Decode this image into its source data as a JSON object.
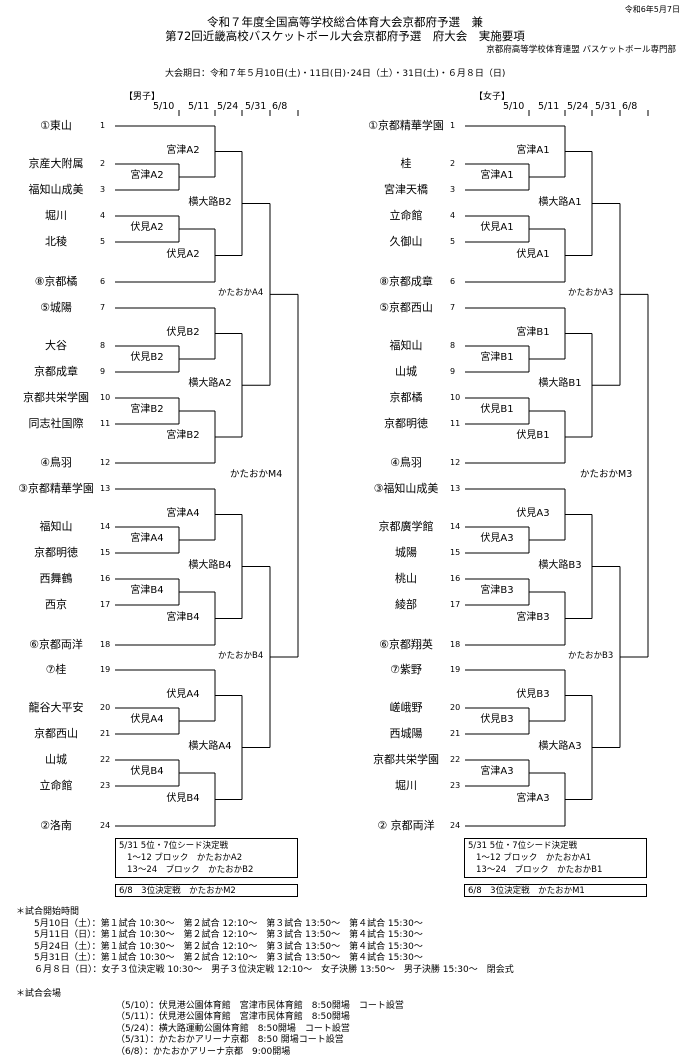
{
  "issue_date": "令和6年5月7日",
  "title_line1": "令和７年度全国高等学校総合体育大会京都府予選　兼",
  "title_line2": "第72回近畿高校バスケットボール大会京都府予選　府大会　実施要項",
  "organizer": "京都府高等学校体育連盟 バスケットボール専門部",
  "schedule": "大会期日：令和７年５月10日(土)・11日(日)･24日（土）・31日(土)・６月８日（日)",
  "round_dates": [
    "5/10",
    "5/11",
    "5/24",
    "5/31",
    "6/8"
  ],
  "boys": {
    "label": "【男子】",
    "teams": [
      "①東山",
      "京産大附属",
      "福知山成美",
      "堀川",
      "北稜",
      "⑧京都橘",
      "⑤城陽",
      "大谷",
      "京都成章",
      "京都共栄学園",
      "同志社国際",
      "④鳥羽",
      "③京都精華学園",
      "福知山",
      "京都明徳",
      "西舞鶴",
      "西京",
      "⑥京都両洋",
      "⑦桂",
      "龍谷大平安",
      "京都西山",
      "山城",
      "立命館",
      "②洛南"
    ],
    "matches": [
      "宮津A2",
      "宮津A2",
      "伏見A2",
      "伏見A2",
      "横大路B2",
      "伏見B2",
      "伏見B2",
      "宮津B2",
      "宮津B2",
      "横大路A2",
      "宮津A4",
      "宮津A4",
      "宮津B4",
      "宮津B4",
      "横大路B4",
      "伏見A4",
      "伏見A4",
      "伏見B4",
      "伏見B4",
      "横大路A4"
    ],
    "semis": [
      "かたおかA4",
      "かたおかB4"
    ],
    "final": "かたおかM4",
    "note1_title": "5/31 5位・7位シード決定戦",
    "note1_line1": "1～12 ブロック　かたおかA2",
    "note1_line2": "13～24　ブロック　かたおかB2",
    "note2": "6/8　3位決定戦　かたおかM2"
  },
  "girls": {
    "label": "【女子】",
    "teams": [
      "①京都精華学園",
      "桂",
      "宮津天橋",
      "立命館",
      "久御山",
      "⑧京都成章",
      "⑤京都西山",
      "福知山",
      "山城",
      "京都橘",
      "京都明徳",
      "④鳥羽",
      "③福知山成美",
      "京都廣学館",
      "城陽",
      "桃山",
      "綾部",
      "⑥京都翔英",
      "⑦紫野",
      "嵯峨野",
      "西城陽",
      "京都共栄学園",
      "堀川",
      "②  京都両洋"
    ],
    "matches": [
      "宮津A1",
      "宮津A1",
      "伏見A1",
      "伏見A1",
      "横大路A1",
      "宮津B1",
      "宮津B1",
      "伏見B1",
      "伏見B1",
      "横大路B1",
      "伏見A3",
      "伏見A3",
      "宮津B3",
      "宮津B3",
      "横大路B3",
      "伏見B3",
      "伏見B3",
      "宮津A3",
      "宮津A3",
      "横大路A3"
    ],
    "semis": [
      "かたおかA3",
      "かたおかB3"
    ],
    "final": "かたおかM3",
    "note1_title": "5/31 5位・7位シード決定戦",
    "note1_line1": "1～12 ブロック　かたおかA1",
    "note1_line2": "13～24　ブロック　かたおかB1",
    "note2": "6/8　3位決定戦　かたおかM1"
  },
  "times": {
    "heading": "＊試合開始時間",
    "lines": [
      "5月10日（土）：第１試合 10:30～　第２試合 12:10～　第３試合 13:50～　第４試合 15:30～",
      "5月11日（日）：第１試合 10:30～　第２試合 12:10～　第３試合 13:50～　第４試合 15:30～",
      "5月24日（土）：第１試合 10:30～　第２試合 12:10～　第３試合 13:50～　第４試合 15:30～",
      "5月31日（土）：第１試合 10:30～　第２試合 12:10～　第３試合 13:50～　第４試合 15:30～",
      "６月８日（日）：女子３位決定戦 10:30～　男子３位決定戦 12:10～　女子決勝 13:50～　男子決勝 15:30～　閉会式"
    ]
  },
  "venues": {
    "heading": "＊試合会場",
    "lines": [
      "（5/10）：伏見港公園体育館　宮津市民体育館　8:50開場　コート設営",
      "（5/11）：伏見港公園体育館　宮津市民体育館　8:50開場",
      "（5/24）：横大路運動公園体育館　8:50開場　コート設営",
      "（5/31）：かたおかアリーナ京都　8:50 開場コート設営",
      "（6/8）：かたおかアリーナ京都　9:00開場"
    ]
  }
}
